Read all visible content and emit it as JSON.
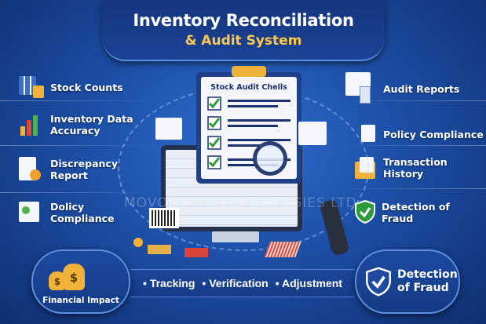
{
  "title": {
    "line1": "Inventory Reconciliation",
    "line2": "& Audit System"
  },
  "left_items": [
    {
      "label": "Stock Counts",
      "icon": "stock-grid-icon"
    },
    {
      "label": "Inventory Data Accuracy",
      "icon": "bar-chart-icon"
    },
    {
      "label": "Discrepancy Report",
      "icon": "report-warning-icon"
    },
    {
      "label": "Dolicy Compliance",
      "icon": "policy-doc-icon"
    }
  ],
  "right_items": [
    {
      "label": "Audit Reports",
      "icon": "report-calculator-icon"
    },
    {
      "label": "Policy Compliance",
      "icon": "envelope-doc-icon"
    },
    {
      "label": "Transaction History",
      "icon": "folder-docs-icon"
    },
    {
      "label": "Detection of Fraud",
      "icon": "shield-check-icon"
    }
  ],
  "clipboard": {
    "title": "Stock Audit Chells"
  },
  "watermark": "MOVOSOFT TECHNOLOGIES LTD",
  "bottom": {
    "left": "Financial Impact",
    "bullets": [
      "Tracking",
      "Verification",
      "Adjustment"
    ],
    "right": "Detection of Fraud"
  },
  "colors": {
    "accent": "#ffc84a",
    "check": "#2e9a3a",
    "background": "#1d4fa6"
  }
}
